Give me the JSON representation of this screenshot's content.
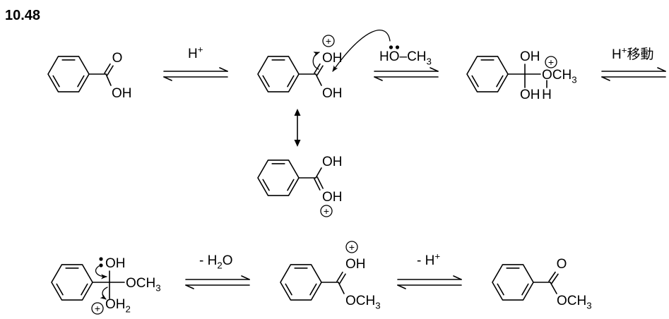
{
  "problem_number": "10.48",
  "colors": {
    "ink": "#000000",
    "background": "#ffffff"
  },
  "reagents": {
    "protonation": "H+",
    "methanol": "HO–CH3",
    "proton_transfer": "H+移動",
    "water_loss": "- H2O",
    "deprotonation": "- H+"
  },
  "structures": {
    "benzoic_acid": {
      "carbonyl_oxygen": "O",
      "hydroxyl": "OH"
    },
    "protonated_acid": {
      "upper_oxygen": "OH",
      "lower_oxygen": "OH",
      "charge": "+"
    },
    "resonance_form": {
      "upper_oxygen": "OH",
      "lower_oxygen": "OH",
      "charge": "+"
    },
    "tetrahedral_intermediate": {
      "upper_oxygen": "OH",
      "methoxy": "OCH3",
      "lower_oxygen": "OH",
      "oxonium_hydrogen": "H",
      "charge": "+"
    },
    "protonated_hydroxyl_intermediate": {
      "upper_oxygen": "OH",
      "methoxy": "OCH3",
      "leaving_group": "OH2",
      "charge": "+"
    },
    "protonated_ester": {
      "upper_oxygen": "OH",
      "methoxy": "OCH3",
      "charge": "+"
    },
    "methyl_benzoate": {
      "carbonyl_oxygen": "O",
      "methoxy": "OCH3"
    }
  }
}
